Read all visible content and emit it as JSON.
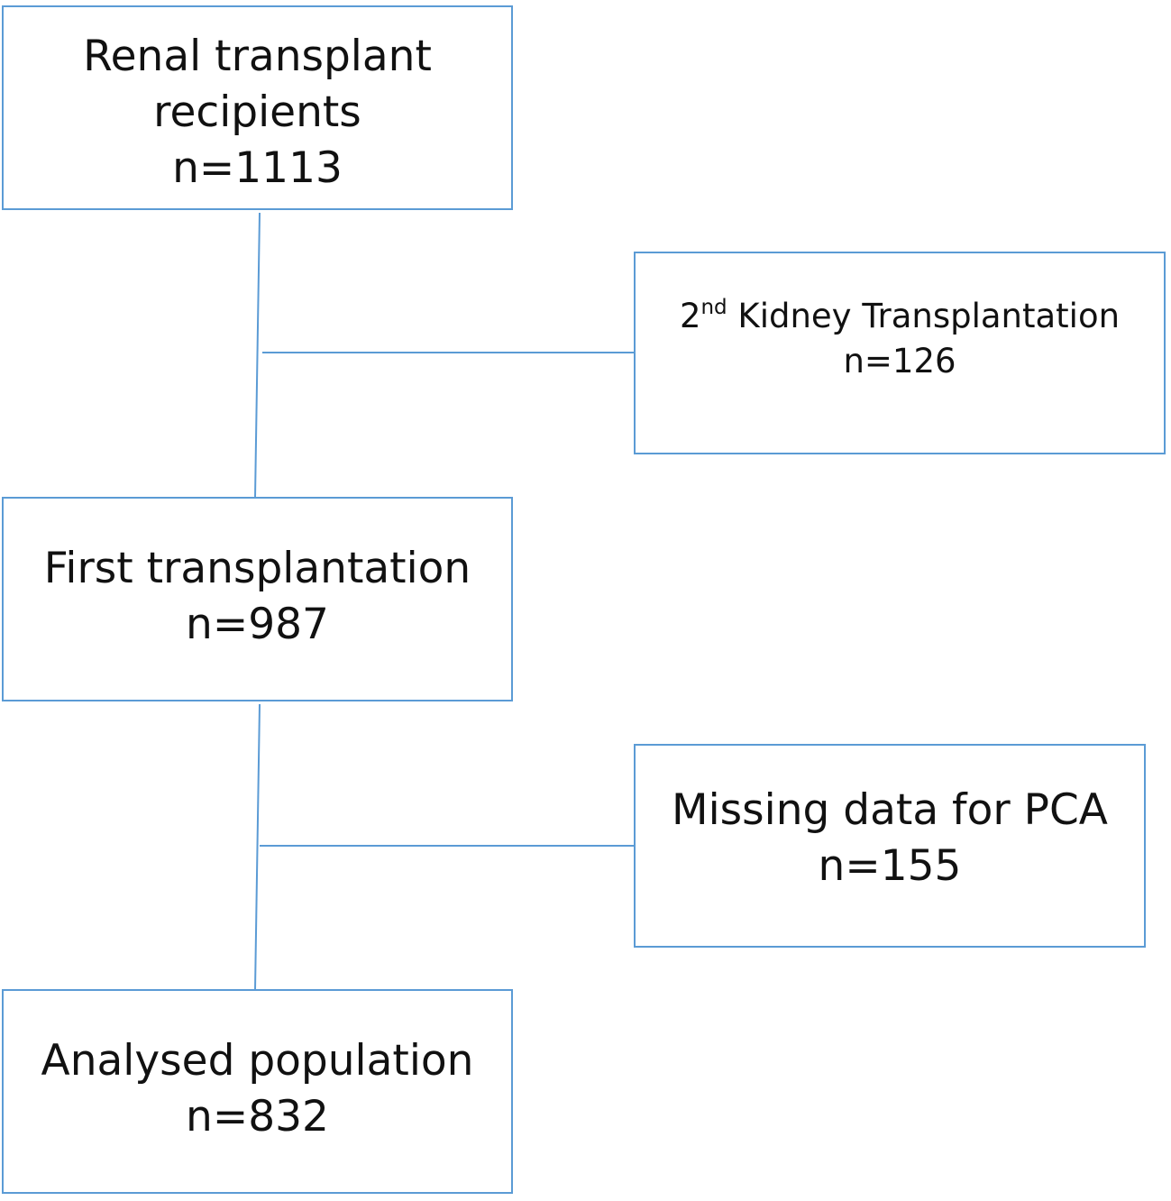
{
  "flow": {
    "renal": {
      "line1": "Renal transplant",
      "line2": "recipients",
      "count": "n=1113"
    },
    "second": {
      "prefix": "2",
      "sup": "nd",
      "rest": " Kidney Transplantation",
      "count": "n=126"
    },
    "first": {
      "line1": "First transplantation",
      "count": "n=987"
    },
    "missing": {
      "line1": "Missing data for PCA",
      "count": "n=155"
    },
    "analysed": {
      "line1": "Analysed population",
      "count": "n=832"
    }
  },
  "colors": {
    "box_border": "#5b9bd5",
    "connector": "#5b9bd5",
    "text": "#111111"
  }
}
